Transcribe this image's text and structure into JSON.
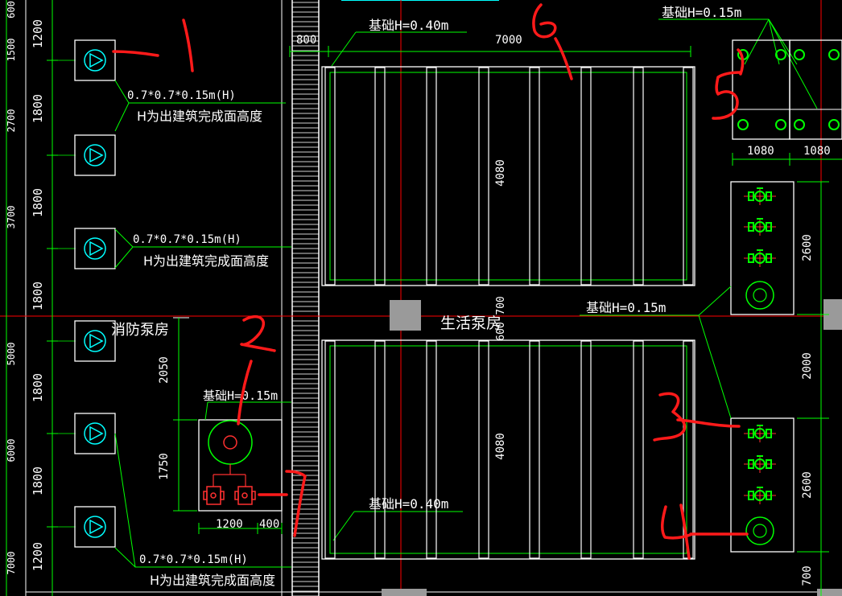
{
  "drawing": {
    "fire_pump_room_label": "消防泵房",
    "domestic_pump_room_label": "生活泵房",
    "foundation_spec_label": "0.7*0.7*0.15m(H)",
    "foundation_note": "H为出建筑完成面高度",
    "foundation_040_label": "基础H=0.40m",
    "foundation_015_label": "基础H=0.15m"
  },
  "dimensions": {
    "left_axis": [
      "1200",
      "1800",
      "1800",
      "1800",
      "1800",
      "1800",
      "1200"
    ],
    "left_edge_fragments": [
      "600",
      "1500",
      "2700",
      "3700",
      "5000",
      "6000",
      "7000"
    ],
    "tank_width": "7000",
    "tank_offset": "800",
    "tank_height_top": "4080",
    "tank_height_bottom": "4080",
    "tank_gap": "700",
    "tank_gap_overlap": "600",
    "fire_pump_v1": "2050",
    "fire_pump_v2": "1750",
    "fire_pump_h1": "1200",
    "fire_pump_h2": "400",
    "right_top_h1": "1080",
    "right_top_h2": "1080",
    "right_v1": "2600",
    "right_v2": "2000",
    "right_v3": "2600",
    "right_v4": "700"
  },
  "handwritten_marks": [
    "1",
    "2",
    "3",
    "4",
    "5",
    "6",
    "7"
  ],
  "colors": {
    "background": "#000000",
    "wall": "#ffffff",
    "dimension_line": "#00ff00",
    "axis_line": "#ff0000",
    "equipment": "#00ffff",
    "valve": "#00ff00",
    "annotation": "#ff0000",
    "column_fill": "#9a9a9a"
  }
}
